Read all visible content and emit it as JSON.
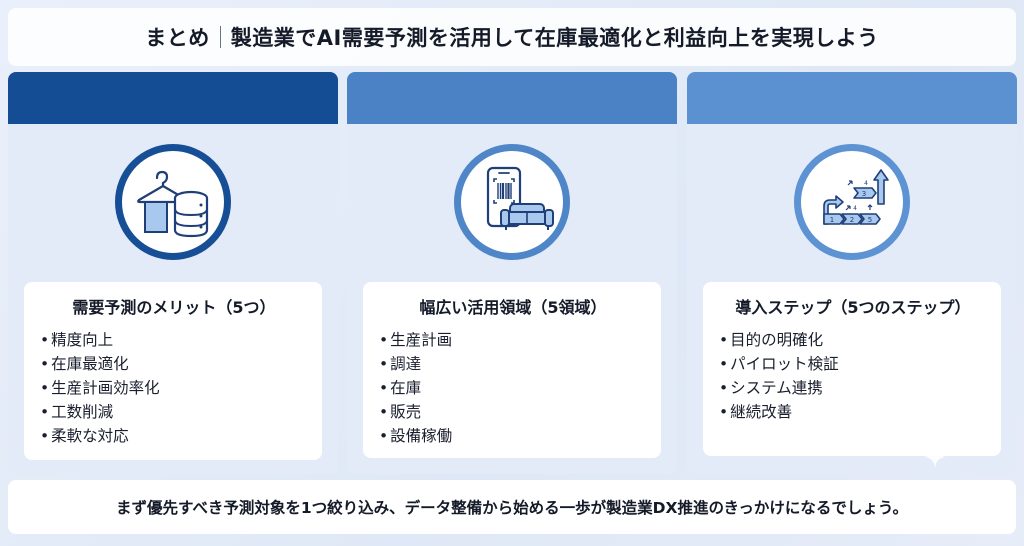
{
  "title": {
    "prefix": "まとめ",
    "main": "製造業でAI需要予測を活用して在庫最適化と利益向上を実現しよう"
  },
  "cards": [
    {
      "icon": "hanger-database-icon",
      "heading": "需要予測のメリット（5つ）",
      "items": [
        "精度向上",
        "在庫最適化",
        "生産計画効率化",
        "工数削減",
        "柔軟な対応"
      ]
    },
    {
      "icon": "phone-barcode-sofa-icon",
      "heading": "幅広い活用領域（5領域）",
      "items": [
        "生産計画",
        "調達",
        "在庫",
        "販売",
        "設備稼働"
      ]
    },
    {
      "icon": "step-flow-icon",
      "heading": "導入ステップ（5つのステップ）",
      "items": [
        "目的の明確化",
        "パイロット検証",
        "システム連携",
        "継続改善"
      ],
      "step_numbers": [
        "1",
        "2",
        "3",
        "4",
        "4",
        "5"
      ]
    }
  ],
  "footer": "まず優先すべき予測対象を1つ絞り込み、データ整備から始める一歩が製造業DX推進のきっかけになるでしょう。",
  "colors": {
    "header_dark": "#154d94",
    "header_mid": "#4b82c5",
    "header_light": "#5b91d0",
    "icon_stroke": "#1f3f78",
    "icon_fill": "#a9c8ee"
  }
}
